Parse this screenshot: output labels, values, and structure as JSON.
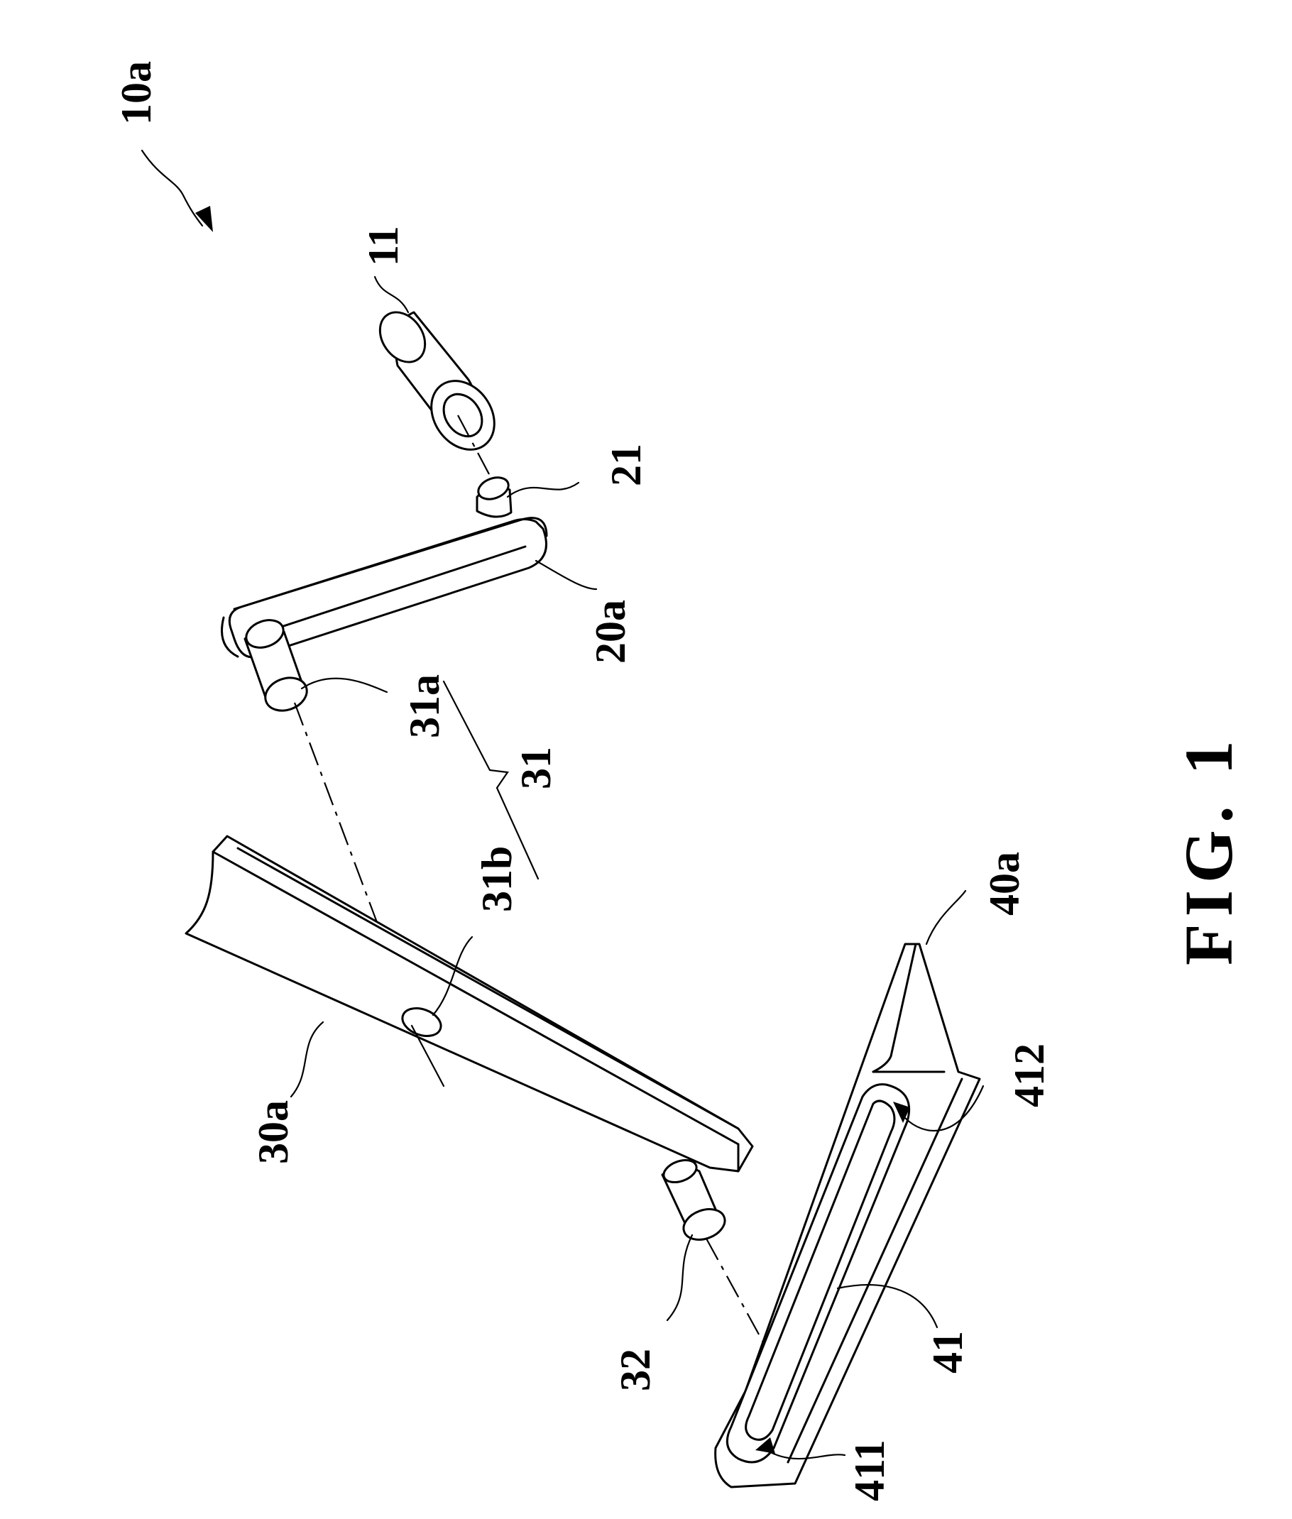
{
  "figure": {
    "caption": "FIG. 1",
    "labels": {
      "assembly": "10a",
      "sleeve": "11",
      "link_pin": "21",
      "link": "20a",
      "pin_upper": "31a",
      "pivot_group": "31",
      "hole": "31b",
      "arm": "30a",
      "arm_pin": "32",
      "plate": "40a",
      "slot": "41",
      "slot_end_upper": "412",
      "slot_end_lower": "411"
    }
  }
}
